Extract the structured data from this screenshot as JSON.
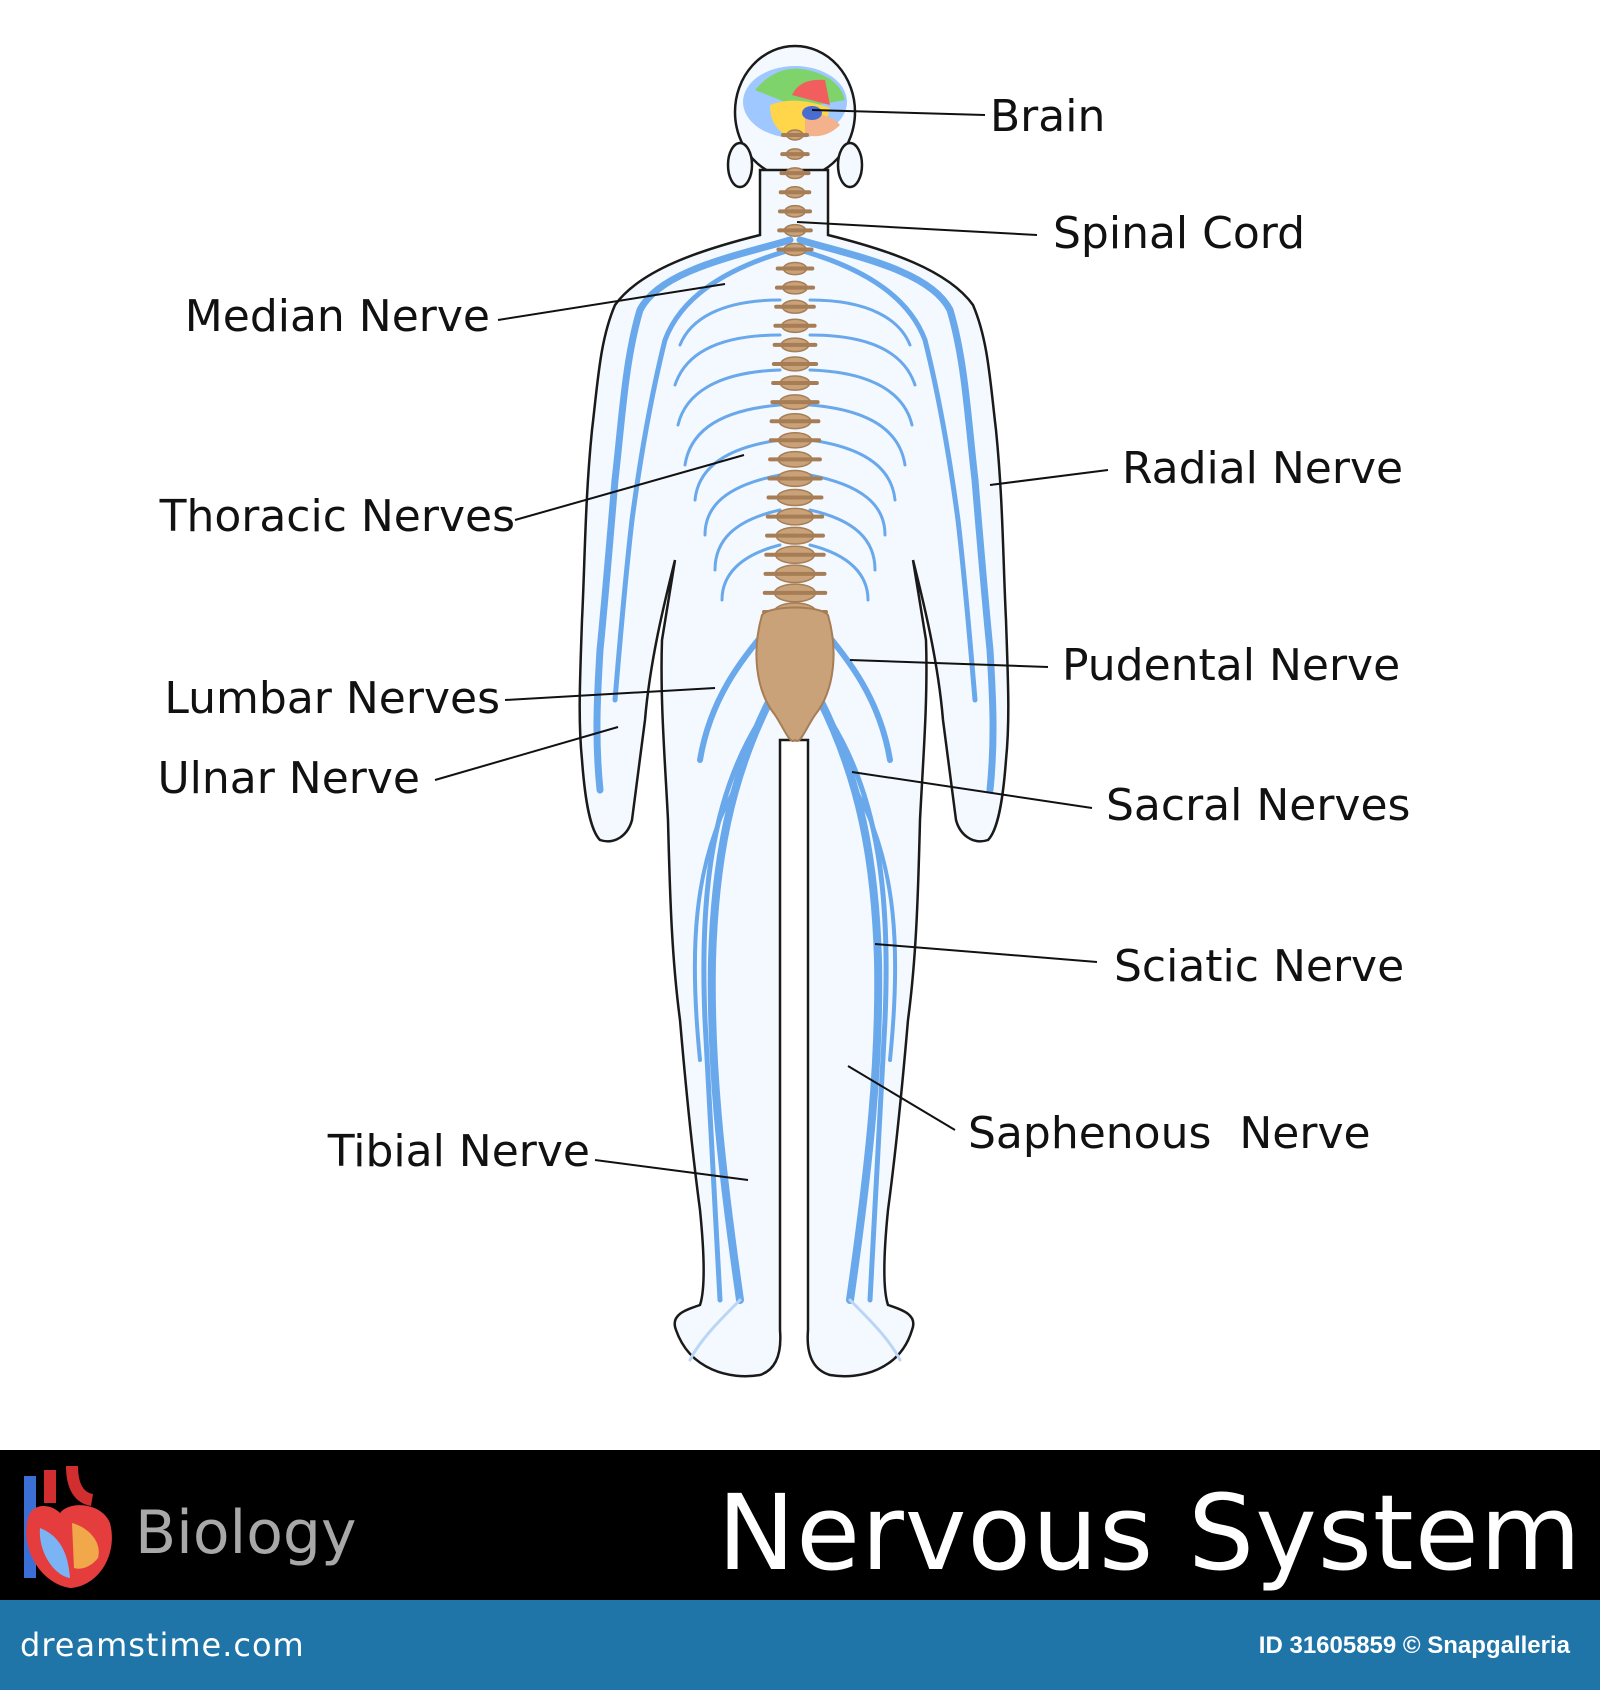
{
  "colors": {
    "nerve": "#6aa8ec",
    "nerve_light": "#b9d6f5",
    "spine": "#c9a27a",
    "spine_dark": "#a67d55",
    "outline": "#1a1a1a",
    "banner": "#000000",
    "footer": "#1f74a8"
  },
  "labels": {
    "brain": "Brain",
    "spinal_cord": "Spinal Cord",
    "median_nerve": "Median Nerve",
    "radial_nerve": "Radial Nerve",
    "thoracic_nerves": "Thoracic Nerves",
    "pudental_nerve": "Pudental Nerve",
    "lumbar_nerves": "Lumbar Nerves",
    "ulnar_nerve": "Ulnar Nerve",
    "sacral_nerves": "Sacral Nerves",
    "sciatic_nerve": "Sciatic Nerve",
    "saphenous_nerve": "Saphenous  Nerve",
    "tibial_nerve": "Tibial Nerve"
  },
  "banner": {
    "subject": "Biology",
    "title": "Nervous System",
    "logo_icon": "heart-icon"
  },
  "footer": {
    "site": "dreamstime.com",
    "credit": "ID 31605859 © Snapgalleria"
  }
}
